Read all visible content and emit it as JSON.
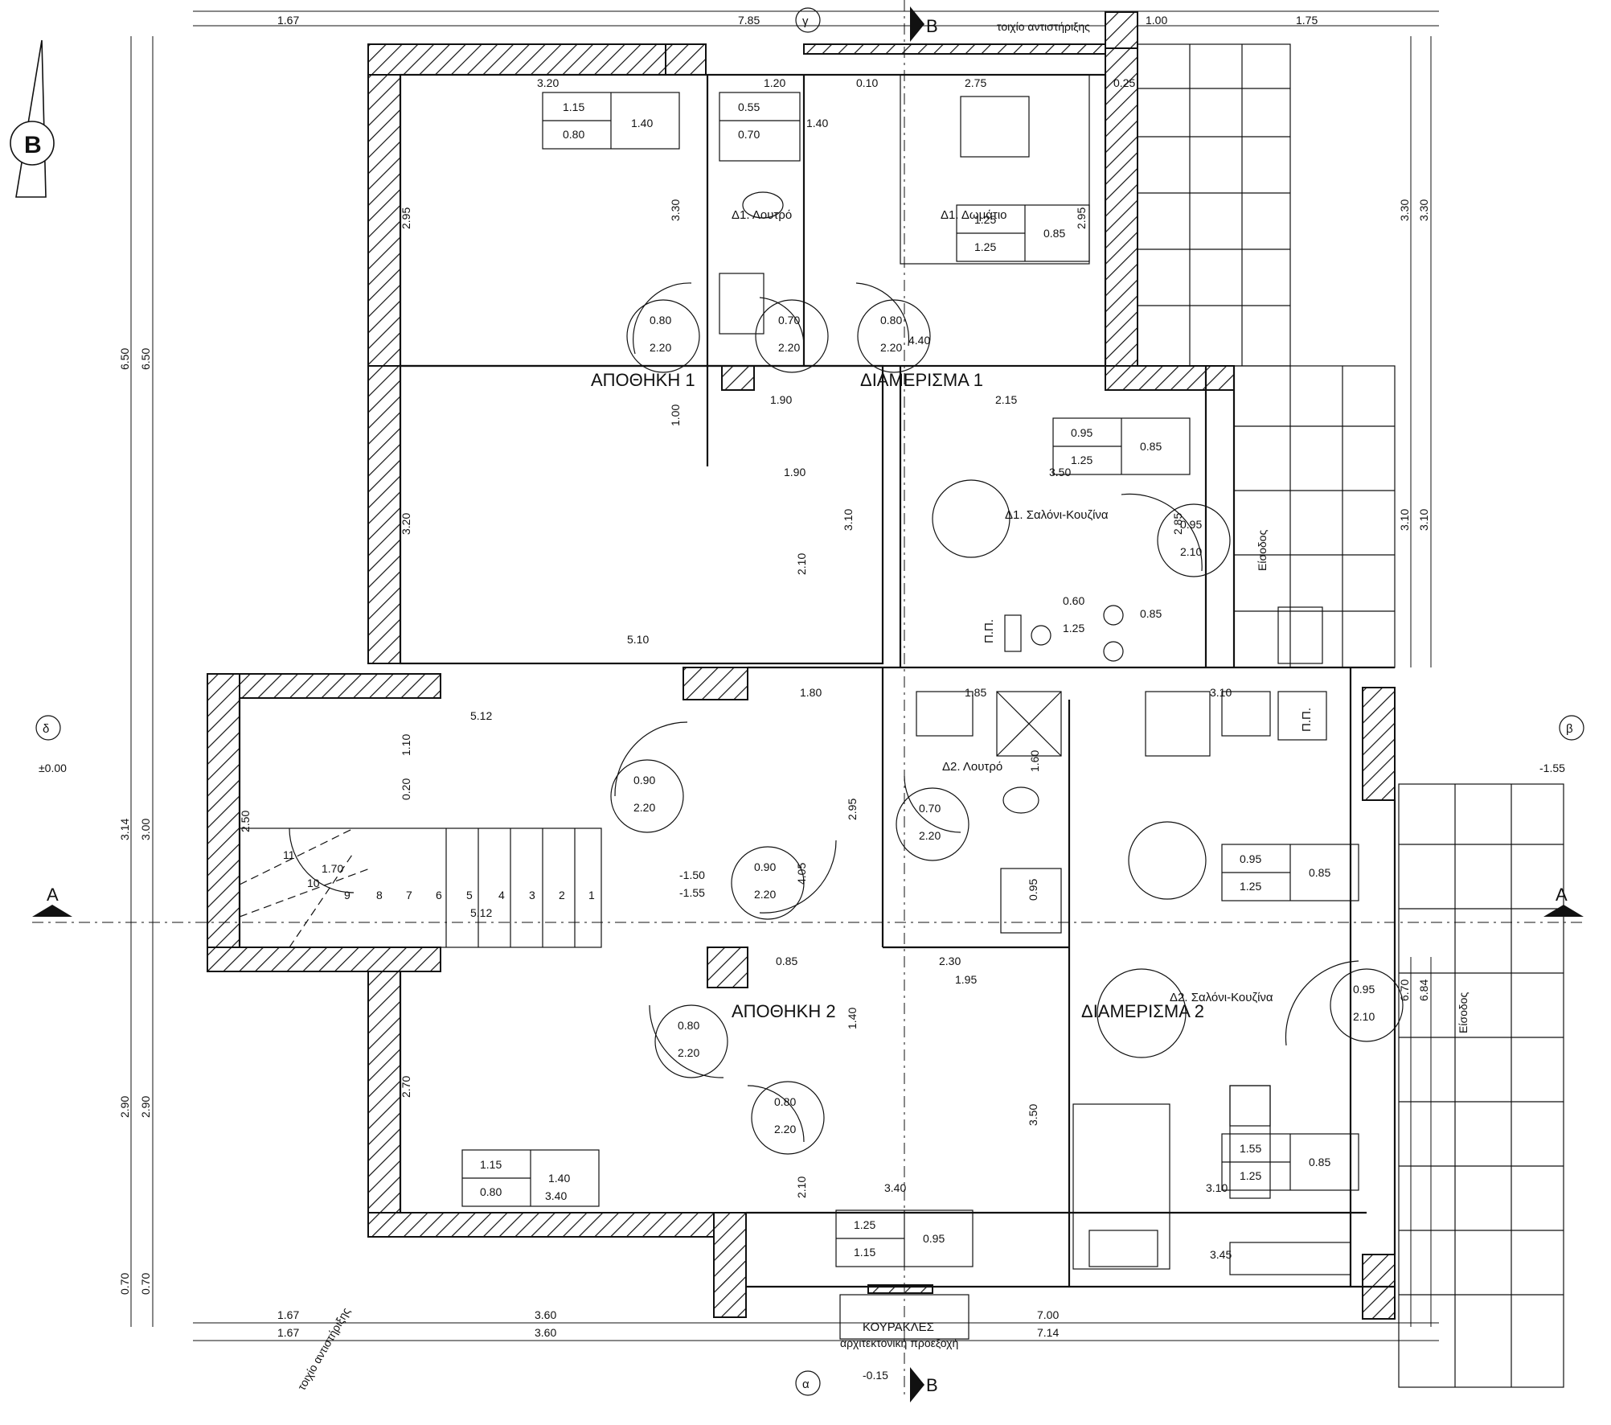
{
  "rooms": {
    "storage1": "ΑΠΟΘΗΚΗ 1",
    "apt1": "ΔΙΑΜΕΡΙΣΜΑ 1",
    "storage2": "ΑΠΟΘΗΚΗ 2",
    "apt2": "ΔΙΑΜΕΡΙΣΜΑ 2",
    "bath1": "Δ1. Λουτρό",
    "bed1": "Δ1. Δωμάτιο",
    "living1": "Δ1. Σαλόνι-Κουζίνα",
    "bath2": "Δ2. Λουτρό",
    "living2": "Δ2. Σαλόνι-Κουζίνα"
  },
  "notes": {
    "retaining_top": "τοιχίο αντιστήριξης",
    "retaining_bottom": "τοιχίο αντιστήριξης",
    "entrance1": "Είσοδος",
    "entrance2": "Είσοδος",
    "kourakles": "ΚΟΥΡΑΚΛΕΣ",
    "projection": "αρχιτεκτονική προεξοχή",
    "pp1": "Π.Π.",
    "pp2": "Π.Π."
  },
  "axes": {
    "alpha": "α",
    "beta": "β",
    "gamma": "γ",
    "delta": "δ",
    "sectionA": "A",
    "sectionB": "B"
  },
  "levels": {
    "left": "±0.00",
    "right": "-1.55",
    "bottom": "-0.15",
    "landing1": "-1.50",
    "landing2": "-1.55"
  },
  "dimensions": {
    "top_1": "1.67",
    "top_2": "7.85",
    "top_3": "1.00",
    "top_4": "1.75",
    "bottom_1a": "1.67",
    "bottom_2a": "3.60",
    "bottom_3a": "7.00",
    "bottom_1b": "1.67",
    "bottom_2b": "3.60",
    "bottom_3b": "7.14",
    "left_650a": "6.50",
    "left_650b": "6.50",
    "left_314": "3.14",
    "left_300": "3.00",
    "left_290a": "2.90",
    "left_290b": "2.90",
    "left_070a": "0.70",
    "left_070b": "0.70",
    "right_330a": "3.30",
    "right_330b": "3.30",
    "right_310a": "3.10",
    "right_310b": "3.10",
    "right_670": "6.70",
    "right_684": "6.84",
    "d_320": "3.20",
    "d_295a": "2.95",
    "d_320b": "3.20",
    "d_510": "5.10",
    "d_512a": "5.12",
    "d_512b": "5.12",
    "d_110": "1.10",
    "d_020a": "0.20",
    "d_250": "2.50",
    "d_170": "1.70",
    "d_270": "2.70",
    "d_340a": "3.40",
    "d_340b": "3.40",
    "d_330": "3.30",
    "d_190a": "1.90",
    "d_190b": "1.90",
    "d_100": "1.00",
    "d_310": "3.10",
    "d_210a": "2.10",
    "d_210b": "2.10",
    "d_275": "2.75",
    "d_295b": "2.95",
    "d_440": "4.40",
    "d_215": "2.15",
    "d_350a": "3.50",
    "d_180": "1.80",
    "d_185": "1.85",
    "d_160": "1.60",
    "d_295c": "2.95",
    "d_405": "4.05",
    "d_230": "2.30",
    "d_195": "1.95",
    "d_140": "1.40",
    "d_350b": "3.50",
    "d_310b": "3.10",
    "d_345": "3.45",
    "d_085": "0.85",
    "d_095": "0.95",
    "d_025": "0.25",
    "d_010": "0.10",
    "d_120": "1.20",
    "d_285": "2.85",
    "d_310c": "3.10"
  },
  "openings": {
    "w1a": "1.15",
    "w1b": "0.80",
    "w1c": "1.40",
    "w2a": "0.55",
    "w2b": "0.70",
    "w2c": "1.40",
    "w3a": "1.25",
    "w3b": "1.25",
    "w3c": "0.85",
    "w4a": "0.95",
    "w4b": "1.25",
    "w4c": "0.85",
    "w5a": "0.60",
    "w5b": "1.25",
    "w5c": "0.85",
    "w6a": "0.95",
    "w6b": "1.25",
    "w6c": "0.85",
    "w7a": "1.55",
    "w7b": "1.25",
    "w7c": "0.85",
    "w8a": "1.15",
    "w8b": "0.80",
    "w8c": "1.40",
    "w9a": "1.25",
    "w9b": "1.15",
    "w9c": "0.95",
    "d1a": "0.80",
    "d1b": "2.20",
    "d2a": "0.70",
    "d2b": "2.20",
    "d3a": "0.80",
    "d3b": "2.20",
    "d4a": "0.95",
    "d4b": "2.10",
    "d5a": "0.90",
    "d5b": "2.20",
    "d6a": "0.90",
    "d6b": "2.20",
    "d7a": "0.70",
    "d7b": "2.20",
    "d8a": "0.80",
    "d8b": "2.20",
    "d9a": "0.80",
    "d9b": "2.20",
    "d10a": "0.95",
    "d10b": "2.10"
  },
  "stairs": [
    "1",
    "2",
    "3",
    "4",
    "5",
    "6",
    "7",
    "8",
    "9",
    "10",
    "11"
  ]
}
